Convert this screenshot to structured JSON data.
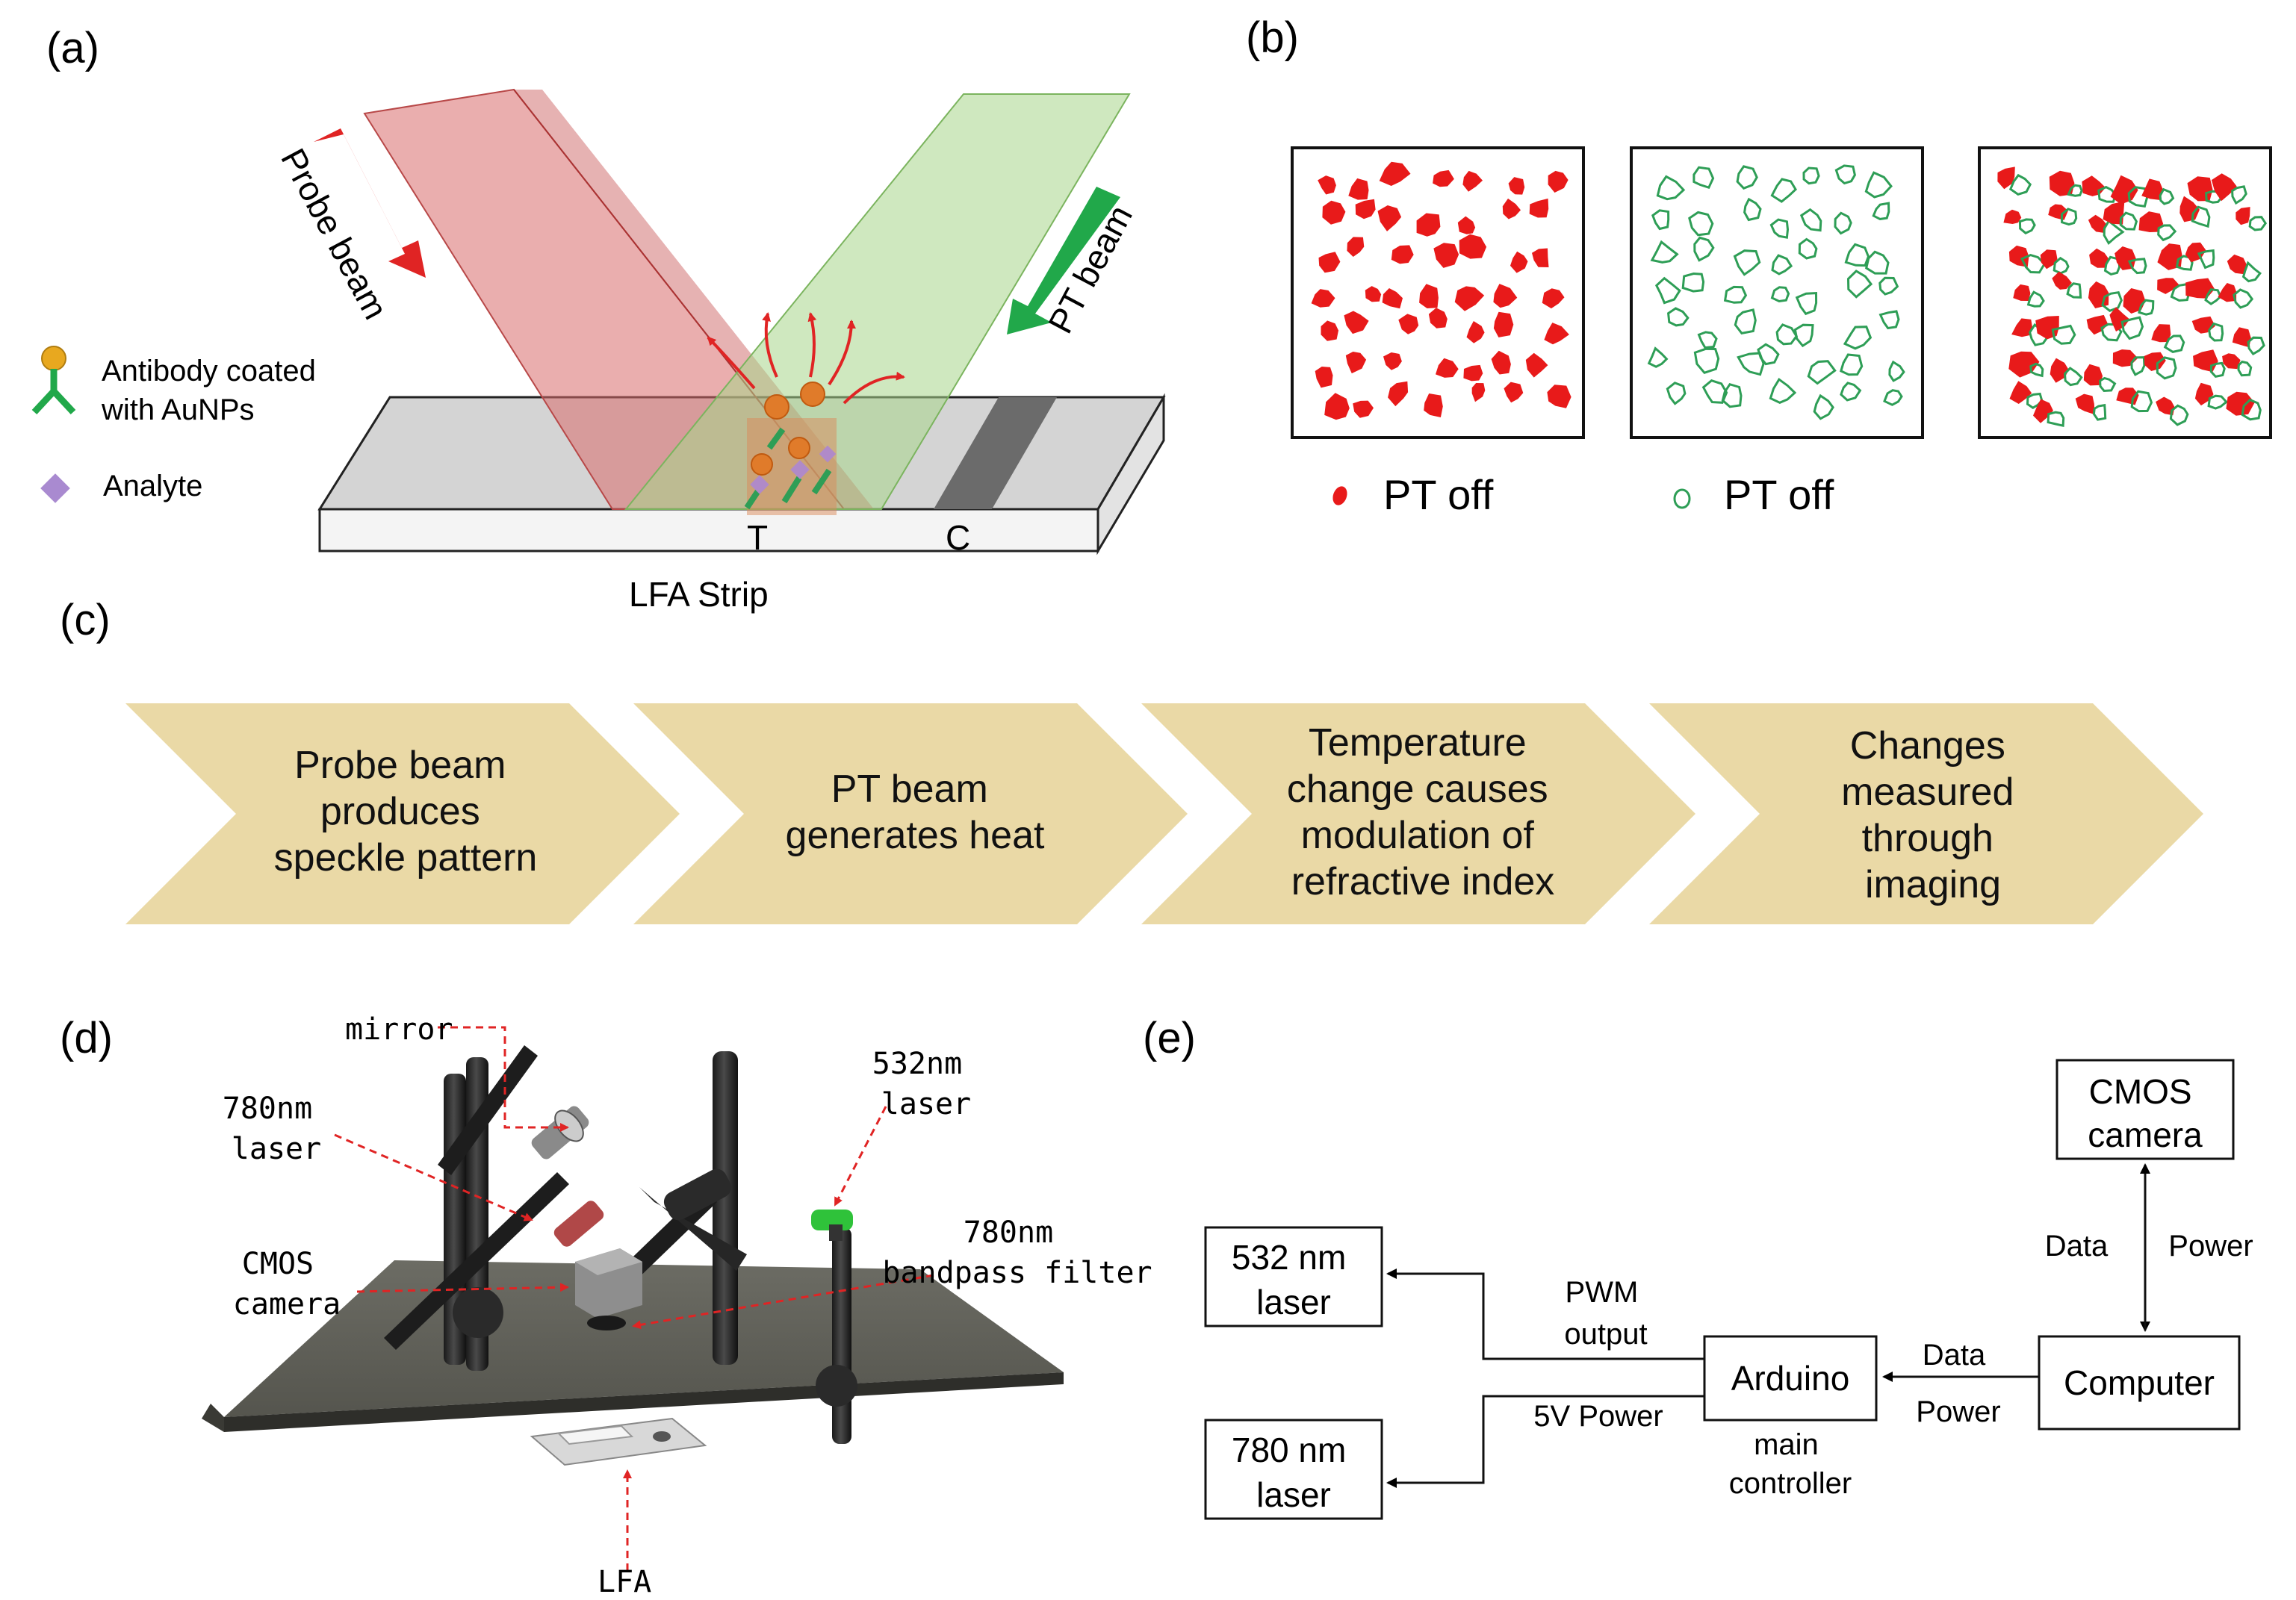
{
  "panels": {
    "a": {
      "letter": "(a)",
      "probe_beam": "Probe beam",
      "pt_beam": "PT beam",
      "legend_antibody": [
        "Antibody coated",
        "with AuNPs"
      ],
      "legend_analyte": "Analyte",
      "test_line": "T",
      "control_line": "C",
      "strip_label": "LFA Strip",
      "colors": {
        "probe": "#e02424",
        "pt": "#21a84a",
        "strip_top": "#d4d4d4",
        "control": "#6b6b6b"
      }
    },
    "b": {
      "letter": "(b)",
      "legend_1": "PT off",
      "legend_2": "PT off",
      "colors": {
        "red_speckle": "#e81a1a",
        "green_speckle": "#2e9e56"
      }
    },
    "c": {
      "letter": "(c)",
      "steps": [
        [
          "Probe beam",
          "produces",
          "speckle pattern"
        ],
        [
          "PT beam",
          "generates heat"
        ],
        [
          "Temperature",
          "change causes",
          "modulation of",
          "refractive index"
        ],
        [
          "Changes",
          "measured",
          "through",
          "imaging"
        ]
      ],
      "colors": {
        "chevron": "#ead9a6"
      }
    },
    "d": {
      "letter": "(d)",
      "mirror": "mirror",
      "laser_780": [
        "780nm",
        "laser"
      ],
      "laser_532": [
        "532nm",
        "laser"
      ],
      "cmos": [
        "CMOS",
        "camera"
      ],
      "filter": [
        "780nm",
        "bandpass filter"
      ],
      "lfa": "LFA"
    },
    "e": {
      "letter": "(e)",
      "cmos_box": [
        "CMOS",
        "camera"
      ],
      "laser532_box": [
        "532 nm",
        "laser"
      ],
      "laser780_box": [
        "780 nm",
        "laser"
      ],
      "arduino_box": "Arduino",
      "computer_box": "Computer",
      "main_controller": [
        "main",
        "controller"
      ],
      "pwm_output": [
        "PWM",
        "output"
      ],
      "five_v_power": "5V Power",
      "data_left": "Data",
      "power_left": "Power",
      "data_vertical": "Data",
      "power_vertical": "Power"
    }
  }
}
